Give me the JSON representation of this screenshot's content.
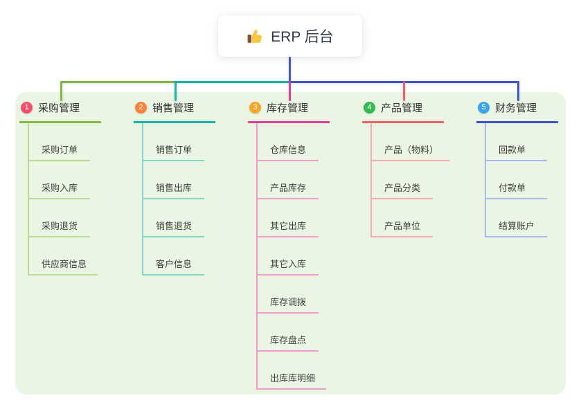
{
  "root": {
    "icon": "thumbs-up-icon",
    "label": "ERP 后台",
    "line_color": "#4557cb"
  },
  "panel": {
    "background": "#eaf6e3"
  },
  "branches": [
    {
      "number": "1",
      "label": "采购管理",
      "circle_color": "#f2516f",
      "line_color": "#7fba3f",
      "child_line_color": "#b9dc92",
      "children": [
        "采购订单",
        "采购入库",
        "采购退货",
        "供应商信息"
      ]
    },
    {
      "number": "2",
      "label": "销售管理",
      "circle_color": "#f8823b",
      "line_color": "#17b3a3",
      "child_line_color": "#83d5ca",
      "children": [
        "销售订单",
        "销售出库",
        "销售退货",
        "客户信息"
      ]
    },
    {
      "number": "3",
      "label": "库存管理",
      "circle_color": "#f7a62c",
      "line_color": "#e43e93",
      "child_line_color": "#f29ccb",
      "children": [
        "仓库信息",
        "产品库存",
        "其它出库",
        "其它入库",
        "库存调拨",
        "库存盘点",
        "出库库明细"
      ]
    },
    {
      "number": "4",
      "label": "产品管理",
      "circle_color": "#33b94e",
      "line_color": "#f25e66",
      "child_line_color": "#f7abae",
      "children": [
        "产品（物料）",
        "产品分类",
        "产品单位"
      ]
    },
    {
      "number": "5",
      "label": "财务管理",
      "circle_color": "#3aa5e7",
      "line_color": "#3c55cd",
      "child_line_color": "#a7bae9",
      "children": [
        "回款单",
        "付款单",
        "结算账户"
      ]
    }
  ]
}
